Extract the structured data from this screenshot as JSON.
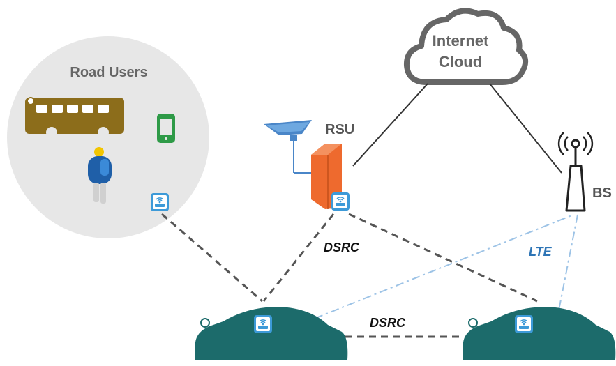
{
  "road_users": {
    "label": "Road Users"
  },
  "internet_cloud": {
    "line1": "Internet",
    "line2": "Cloud"
  },
  "rsu": {
    "label": "RSU"
  },
  "bs": {
    "label": "BS"
  },
  "links": {
    "dsrc_rsu": "DSRC",
    "dsrc_v2v": "DSRC",
    "lte": "LTE"
  },
  "icons": {
    "bus": "bus-icon",
    "phone": "smartphone-icon",
    "pedestrian": "pedestrian-icon",
    "radio": "wireless-module-icon",
    "antenna": "signal-antenna-icon",
    "tower": "cell-tower-icon",
    "car": "car-icon",
    "cloud": "cloud-icon",
    "rsu": "roadside-unit-icon"
  },
  "colors": {
    "circle_bg": "#e7e7e7",
    "dsrc_line": "#555555",
    "lte_line": "#9dc3e6",
    "lte_text": "#2e75b6",
    "car": "#1c6b6b",
    "rsu_body": "#ee6a2e",
    "panel": "#4a86c8",
    "bus": "#8c6d1b",
    "phone": "#2e9a47",
    "radio_icon": "#3d9ad8"
  }
}
